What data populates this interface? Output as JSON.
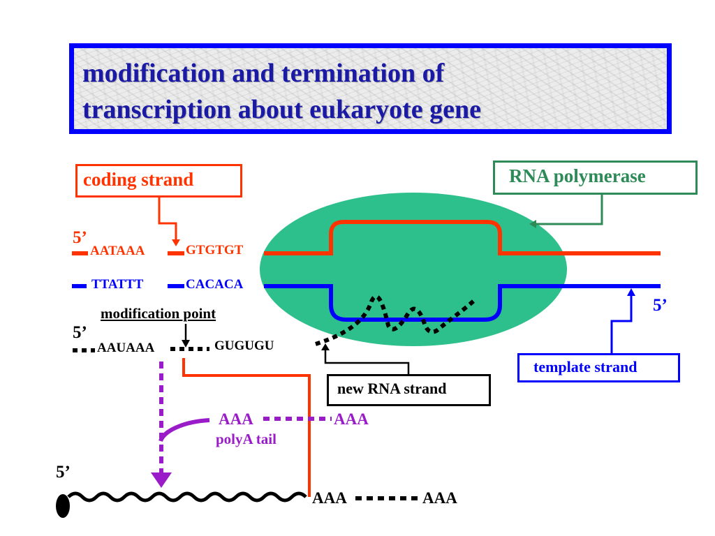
{
  "title": {
    "line1": "modification and termination of",
    "line2": "transcription about eukaryote gene"
  },
  "labels": {
    "coding_strand": "coding strand",
    "rna_polymerase": "RNA polymerase",
    "template_strand": "template strand",
    "new_rna_strand": "new RNA strand",
    "modification_point": "modification point",
    "polya_tail": "polyA tail"
  },
  "sequences": {
    "coding_left": "AATAAA",
    "coding_right": "GTGTGT",
    "template_left": "TTATTT",
    "template_right": "CACACA",
    "rna_left": "AAUAAA",
    "rna_right": "GUGUGU",
    "polya_start": "AAA",
    "polya_end": "AAA",
    "final_start": "AAA",
    "final_end": "AAA"
  },
  "ends": {
    "coding_5": "5’",
    "template_5": "5’",
    "rna_5": "5’",
    "final_5": "5’"
  },
  "colors": {
    "coding": "#ff3300",
    "template": "#0000ff",
    "polymerase": "#2ec08c",
    "polymerase_border": "#2e8b57",
    "polya": "#9a1cc8",
    "title": "#1a1aa6"
  }
}
